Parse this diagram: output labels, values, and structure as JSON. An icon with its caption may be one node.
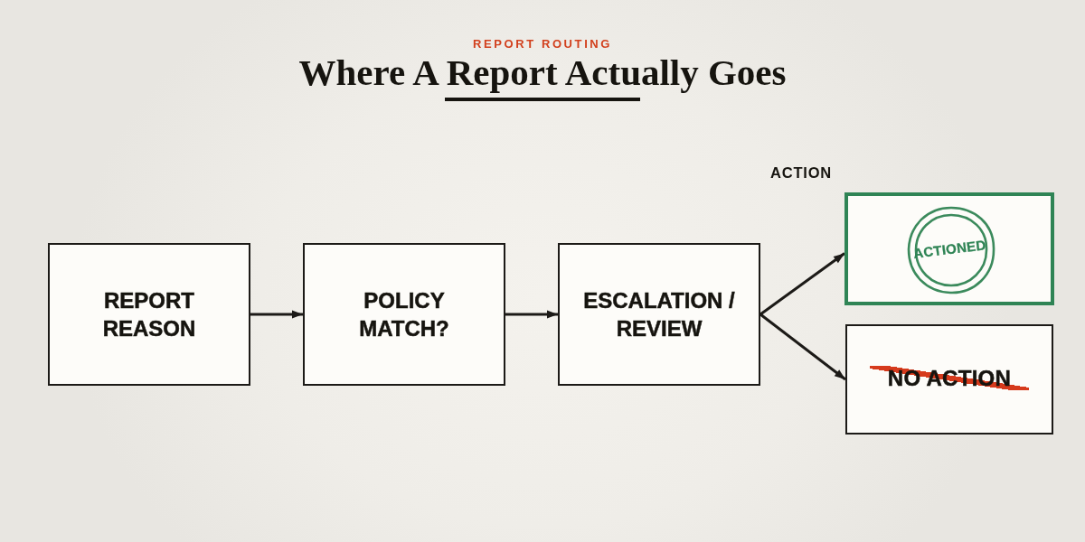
{
  "diagram": {
    "title": "Where A Report Actually Goes",
    "nodes": [
      {
        "text": [
          "REPORT REASON"
        ]
      },
      {
        "text": [
          "POLICY MATCH?"
        ]
      },
      {
        "text": [
          "ESCALATION / REVIEW"
        ]
      },
      {
        "text": [
          "ACTIONED"
        ]
      },
      {
        "text": [
          "NO ACTION"
        ]
      }
    ],
    "edges": [
      {
        "from": 0,
        "to": 1,
        "arrow": "to"
      },
      {
        "from": 1,
        "to": 2,
        "arrow": "to"
      },
      {
        "from": 2,
        "to": 3,
        "arrow": "to"
      },
      {
        "from": 2,
        "to": 4,
        "arrow": "to"
      }
    ],
    "labels": [
      "REPORT ROUTING",
      "ACTION"
    ]
  }
}
